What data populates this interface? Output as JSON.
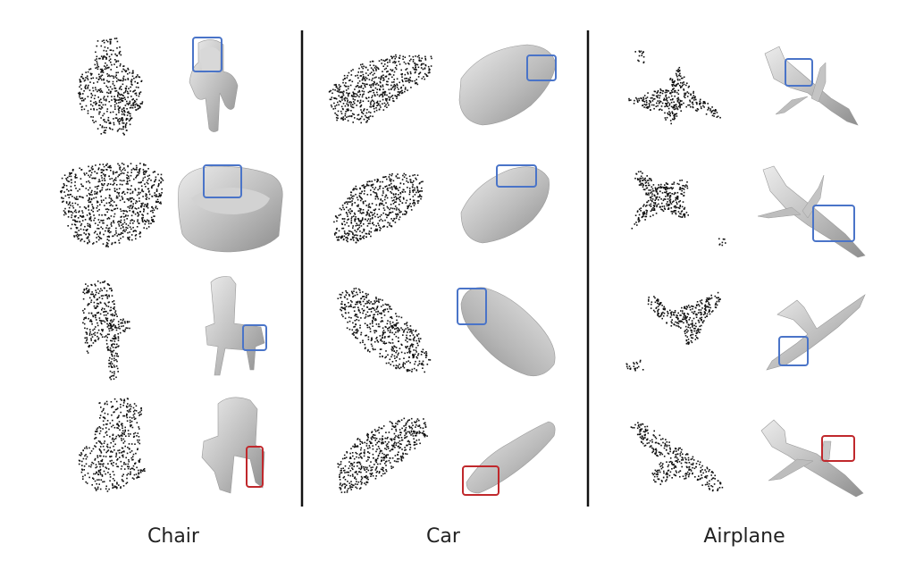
{
  "columns": [
    {
      "label": "Chair"
    },
    {
      "label": "Car"
    },
    {
      "label": "Airplane"
    }
  ],
  "colors": {
    "points": "#111111",
    "mesh": "#bdbdbd",
    "mesh_dark": "#8a8a8a",
    "mesh_light": "#e6e6e6",
    "box_blue": "#4a74c8",
    "box_red": "#c0282c",
    "divider": "#111111"
  }
}
